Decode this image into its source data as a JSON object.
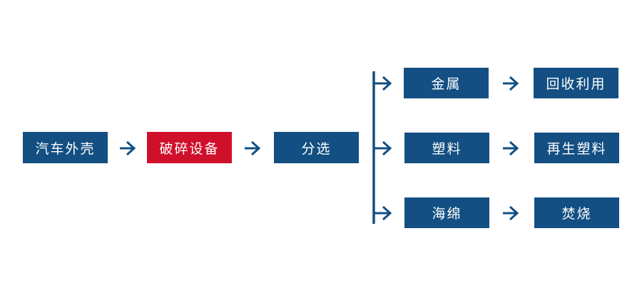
{
  "colors": {
    "node_fill": "#134f82",
    "highlight_fill": "#d0102b",
    "connector": "#134f82",
    "text": "#ffffff"
  },
  "nodes": {
    "car_shell": "汽车外壳",
    "shredder": "破碎设备",
    "sorting": "分选",
    "metal": "金属",
    "plastic": "塑料",
    "sponge": "海绵",
    "recycling": "回收利用",
    "recycled_plastic": "再生塑料",
    "incineration": "焚烧"
  },
  "edges": [
    {
      "from": "car_shell",
      "to": "shredder"
    },
    {
      "from": "shredder",
      "to": "sorting"
    },
    {
      "from": "sorting",
      "to": "metal"
    },
    {
      "from": "sorting",
      "to": "plastic"
    },
    {
      "from": "sorting",
      "to": "sponge"
    },
    {
      "from": "metal",
      "to": "recycling"
    },
    {
      "from": "plastic",
      "to": "recycled_plastic"
    },
    {
      "from": "sponge",
      "to": "incineration"
    }
  ]
}
